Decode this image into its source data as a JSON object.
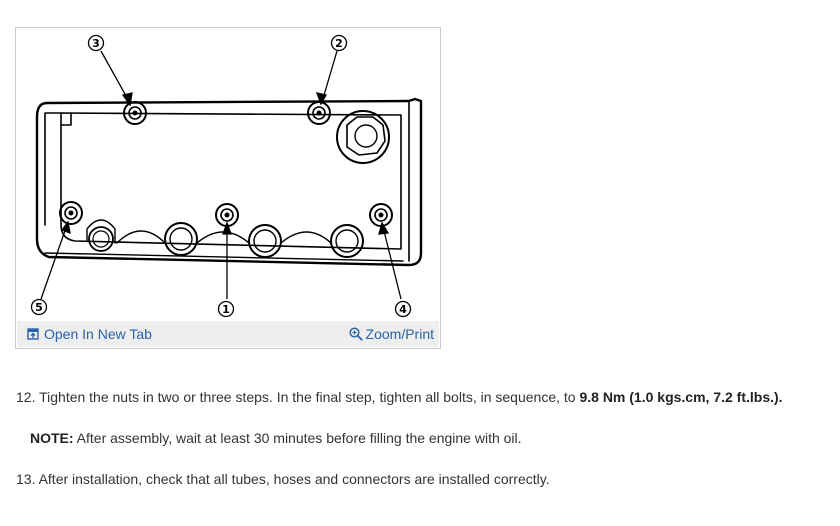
{
  "figure": {
    "callouts": [
      "1",
      "2",
      "3",
      "4",
      "5"
    ],
    "open_new_tab": "Open In New Tab",
    "zoom_print": "Zoom/Print",
    "open_icon": "open-new-tab-icon",
    "zoom_icon": "magnifier-zoom-icon",
    "link_color": "#2a63a8"
  },
  "steps": {
    "step12_text": "12. Tighten the nuts in two or three steps. In the final step, tighten all bolts, in sequence, to ",
    "step12_torque": "9.8 Nm (1.0 kgs.cm, 7.2 ft.lbs.).",
    "note_label": "NOTE:",
    "note_text": " After assembly, wait at least 30 minutes before filling the engine with oil.",
    "step13_text": "13. After installation, check that all tubes, hoses and connectors are installed correctly."
  }
}
